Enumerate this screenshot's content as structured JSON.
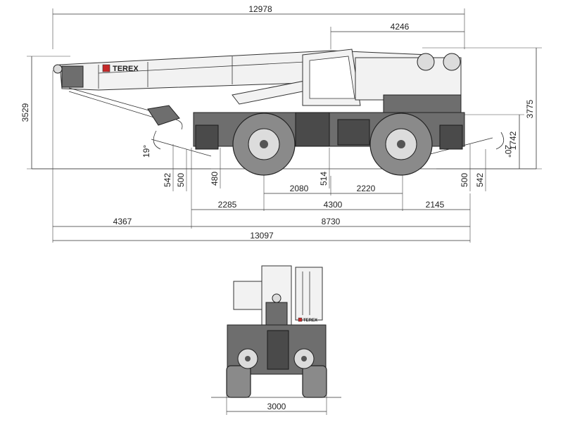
{
  "brand": {
    "logo_text": "TEREX",
    "rear_logo_text": "TEREX",
    "accent": "#c62828"
  },
  "dimensions": {
    "overall_length_top": "12978",
    "upper_length": "4246",
    "height_left": "3529",
    "height_right": "3775",
    "deck_height": "1742",
    "angle_front": "19°",
    "angle_rear": "20°",
    "front_542": "542",
    "front_500": "500",
    "front_480": "480",
    "center_514": "514",
    "rear_500": "500",
    "rear_542": "542",
    "axle_front_to_center": "2080",
    "center_to_axle_rear": "2220",
    "outrigger_front": "2285",
    "wheelbase_outrigger": "4300",
    "outrigger_rear": "2145",
    "front_overhang": "4367",
    "chassis_length": "8730",
    "overall_length_bottom": "13097",
    "track_width": "3000"
  }
}
